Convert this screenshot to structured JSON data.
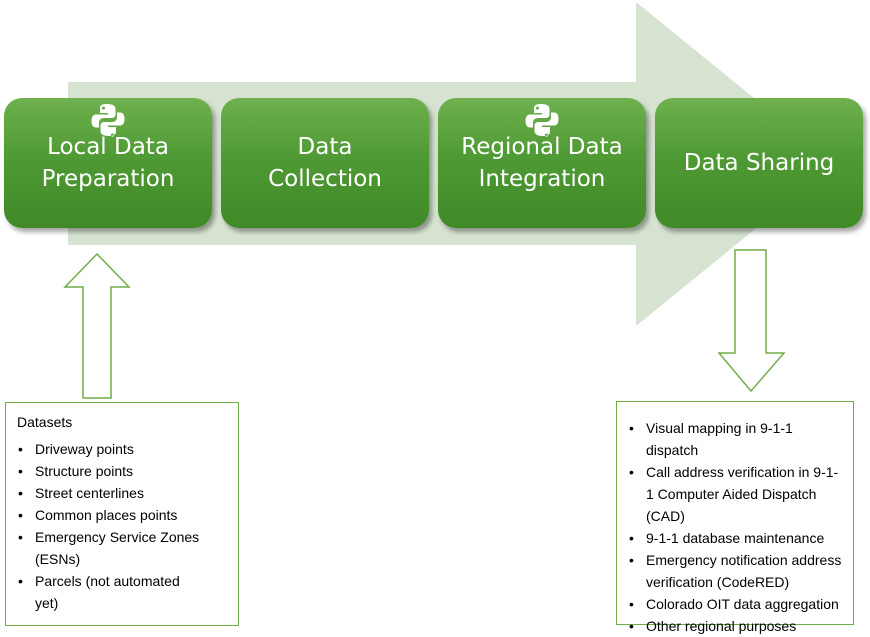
{
  "steps": [
    {
      "line1": "Local Data",
      "line2": "Preparation",
      "icon": "python-icon"
    },
    {
      "line1": "Data",
      "line2": "Collection",
      "icon": ""
    },
    {
      "line1": "Regional Data",
      "line2": "Integration",
      "icon": "python-icon"
    },
    {
      "line1": "Data Sharing",
      "line2": "",
      "icon": ""
    }
  ],
  "datasets": {
    "title": "Datasets",
    "items": [
      "Driveway points",
      "Structure points",
      "Street centerlines",
      "Common places points",
      "Emergency Service Zones (ESNs)",
      "Parcels (not automated yet)"
    ]
  },
  "uses": {
    "items": [
      "Visual mapping in 9-1-1 dispatch",
      "Call address verification in 9-1-1 Computer Aided Dispatch (CAD)",
      "9-1-1 database maintenance",
      "Emergency notification address verification (CodeRED)",
      "Colorado OIT data aggregation",
      "Other regional purposes"
    ]
  },
  "colors": {
    "arrow": "#d5e3d0",
    "step_fill": "#4f9a34",
    "outline": "#70ad47"
  }
}
